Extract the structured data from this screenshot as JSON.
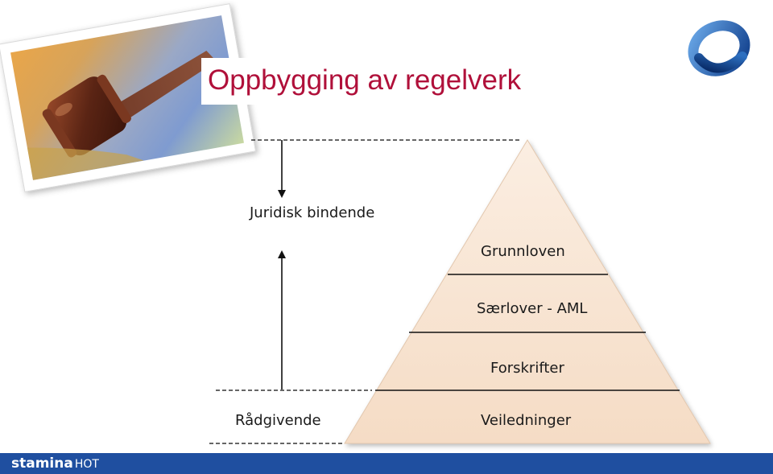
{
  "slide": {
    "title": "Oppbygging av regelverk",
    "title_color": "#b0103a"
  },
  "image": {
    "icon": "gavel-photo-icon"
  },
  "logo": {
    "icon": "ring-logo-icon",
    "colors": [
      "#2d6fc0",
      "#0f3d8a"
    ]
  },
  "scale": {
    "top_label": "Juridisk bindende",
    "bottom_label": "Rådgivende"
  },
  "pyramid": {
    "fill": "#f7e3d0",
    "levels": [
      "Grunnloven",
      "Særlover - AML",
      "Forskrifter",
      "Veiledninger"
    ]
  },
  "footer": {
    "brand_primary": "stamina",
    "brand_secondary": "HOT",
    "color": "#1f4fa0"
  }
}
